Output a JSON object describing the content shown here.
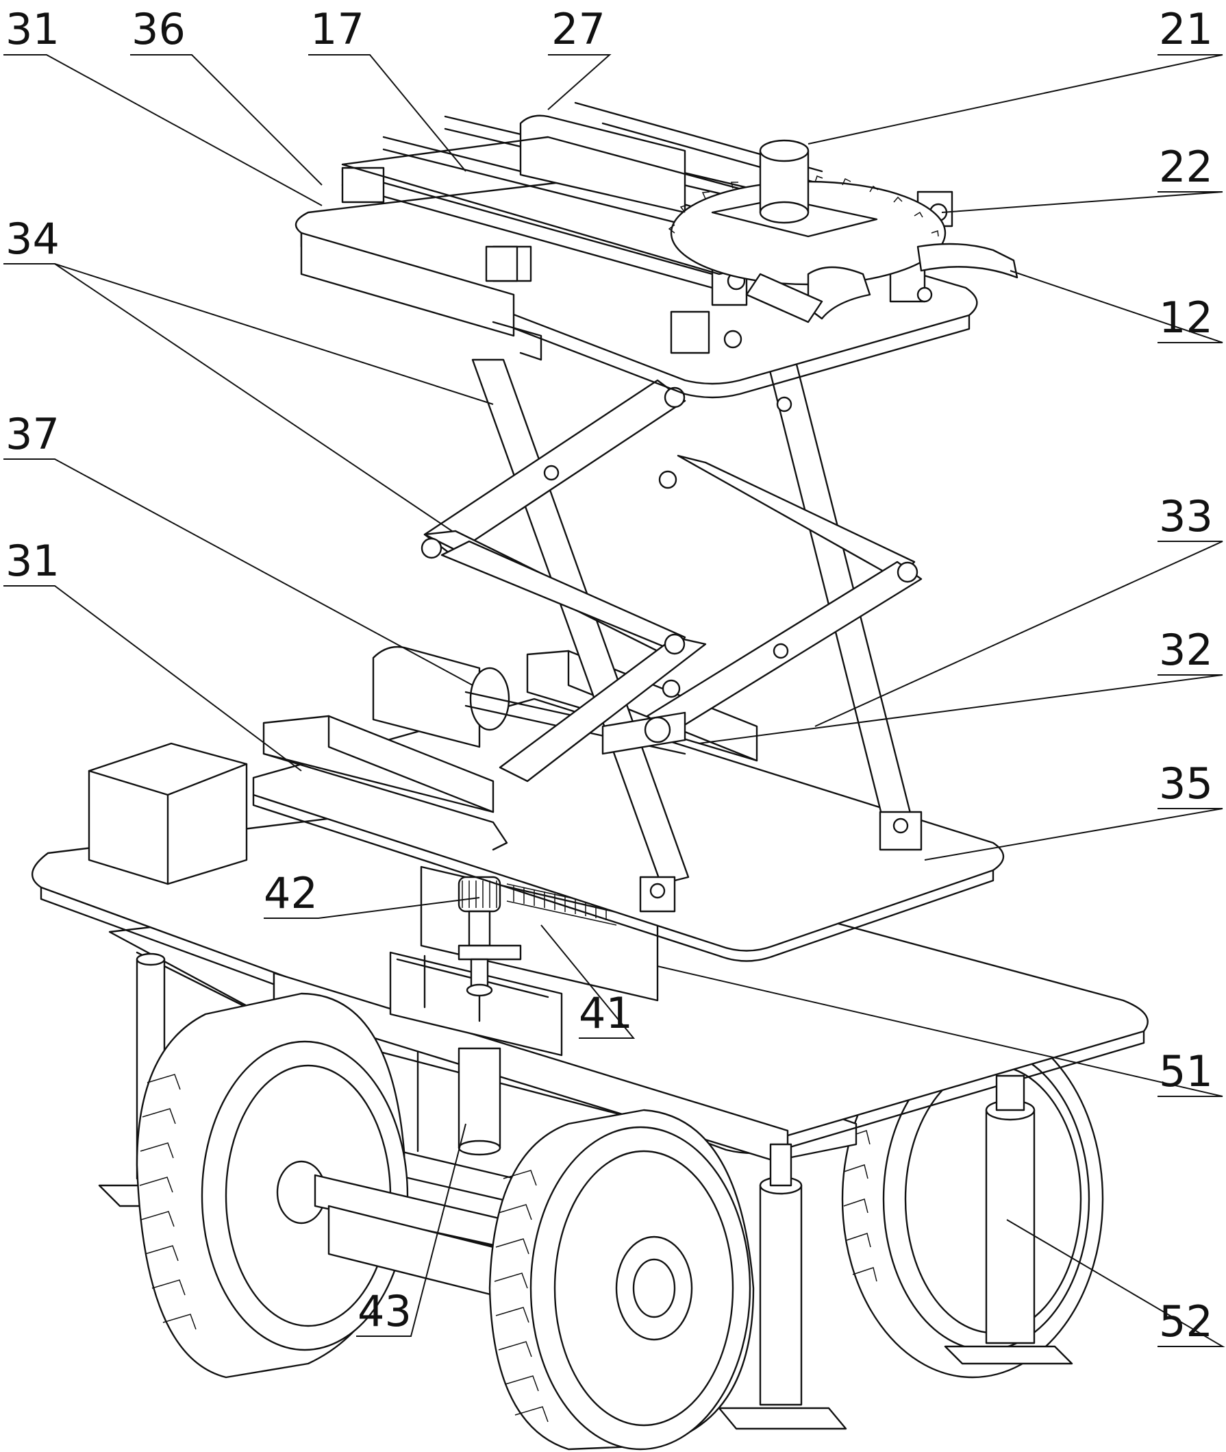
{
  "figure": {
    "callouts": {
      "c31a": "31",
      "c36": "36",
      "c17": "17",
      "c27": "27",
      "c21": "21",
      "c22": "22",
      "c12": "12",
      "c34": "34",
      "c37": "37",
      "c33": "33",
      "c31b": "31",
      "c32": "32",
      "c35": "35",
      "c42": "42",
      "c41": "41",
      "c51": "51",
      "c43": "43",
      "c52": "52"
    }
  }
}
